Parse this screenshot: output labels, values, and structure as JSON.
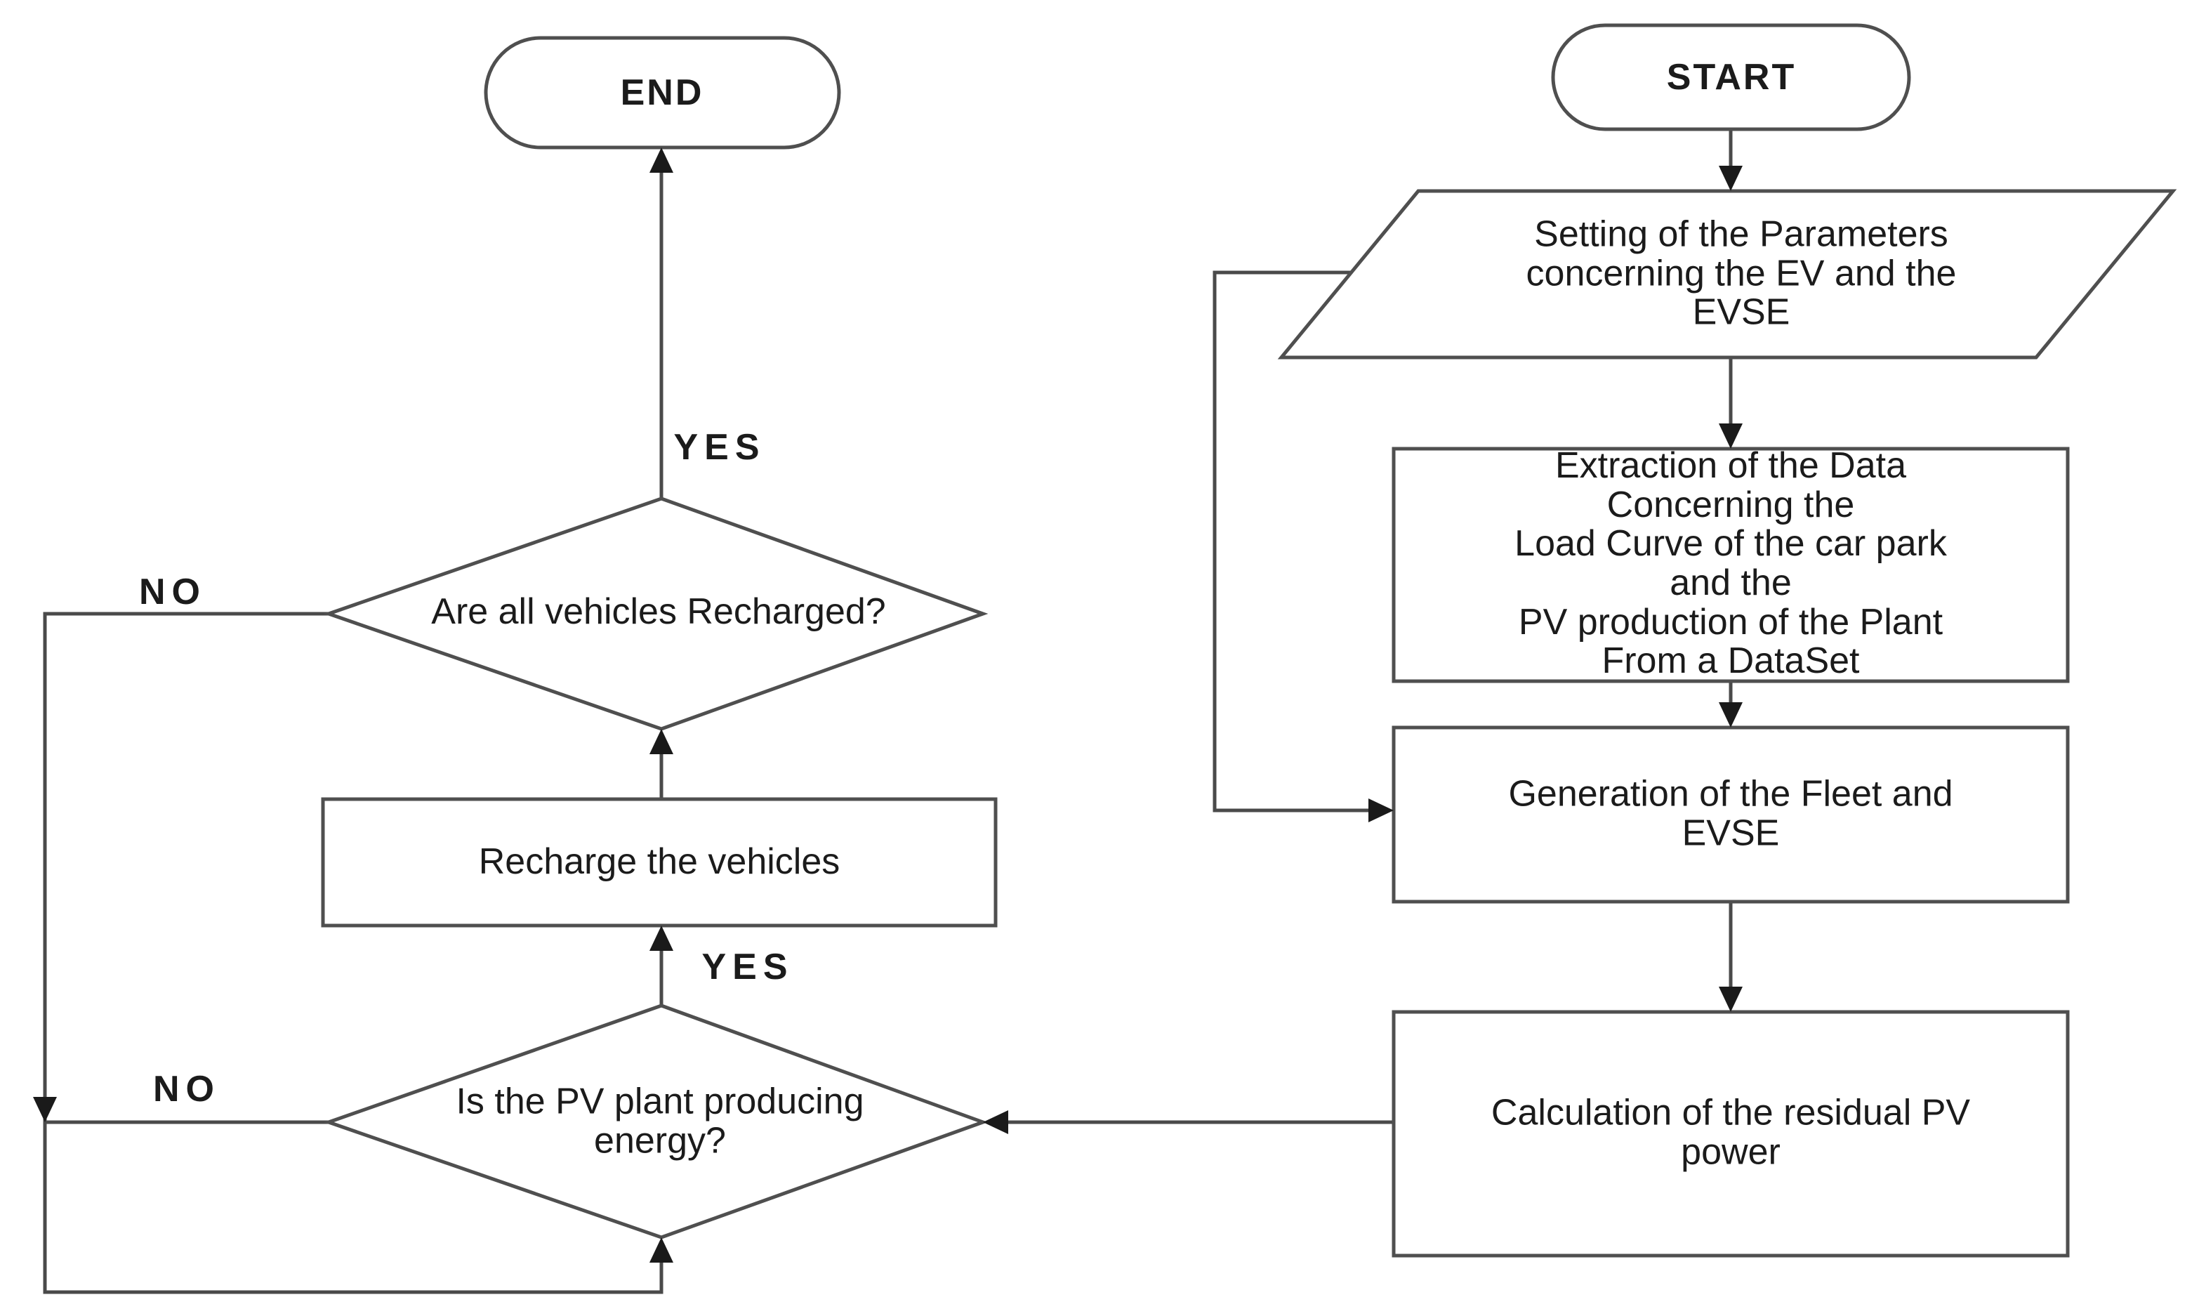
{
  "colors": {
    "background": "#ffffff",
    "line": "#4a4a4a",
    "shape_border": "#4f4f4f",
    "shape_fill": "#ffffff",
    "arrowhead": "#1a1a1a",
    "text": "#1b1b1b"
  },
  "nodes": {
    "start": {
      "shape": "terminator",
      "label": "START"
    },
    "end": {
      "shape": "terminator",
      "label": "END"
    },
    "set_parameters": {
      "shape": "parallelogram",
      "lines": [
        "Setting of the Parameters",
        "concerning the EV and the",
        "EVSE"
      ]
    },
    "extract_data": {
      "shape": "process",
      "lines": [
        "Extraction of the Data",
        "Concerning the",
        "Load Curve of the car park",
        "and the",
        "PV production of the Plant",
        "From a DataSet"
      ]
    },
    "generate_fleet": {
      "shape": "process",
      "lines": [
        "Generation of the Fleet and",
        "EVSE"
      ]
    },
    "calc_residual": {
      "shape": "process",
      "lines": [
        "Calculation of the residual PV",
        "power"
      ]
    },
    "recharge": {
      "shape": "process",
      "lines": [
        "Recharge the vehicles"
      ]
    },
    "all_recharged": {
      "shape": "decision",
      "lines": [
        "Are all vehicles Recharged?"
      ]
    },
    "pv_producing": {
      "shape": "decision",
      "lines": [
        "Is the PV plant producing",
        "energy?"
      ]
    }
  },
  "edge_labels": {
    "recharged_yes": "YES",
    "recharged_no": "NO",
    "pv_yes": "YES",
    "pv_no": "NO"
  }
}
